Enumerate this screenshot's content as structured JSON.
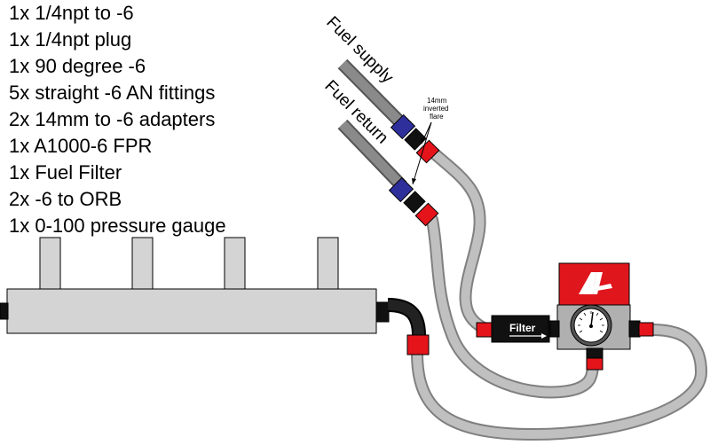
{
  "parts_list": [
    "1x 1/4npt to -6",
    "1x 1/4npt plug",
    "1x 90 degree -6",
    "5x straight -6 AN fittings",
    "2x 14mm to -6 adapters",
    "1x A1000-6 FPR",
    "1x Fuel Filter",
    "2x -6 to ORB",
    "1x 0-100 pressure gauge"
  ],
  "labels": {
    "fuel_supply": "Fuel supply",
    "fuel_return": "Fuel return",
    "callout_line1": "14mm",
    "callout_line2": "inverted",
    "callout_line3": "flare",
    "filter": "Filter"
  },
  "colors": {
    "hose": "#c0c0c0",
    "hose_edge": "#808080",
    "rail": "#d4d4d4",
    "fitting_red": "#e5141b",
    "fitting_blue": "#2e2f9b",
    "fitting_black": "#111111",
    "regulator_red": "#e0161d",
    "logo_white": "#ffffff"
  }
}
